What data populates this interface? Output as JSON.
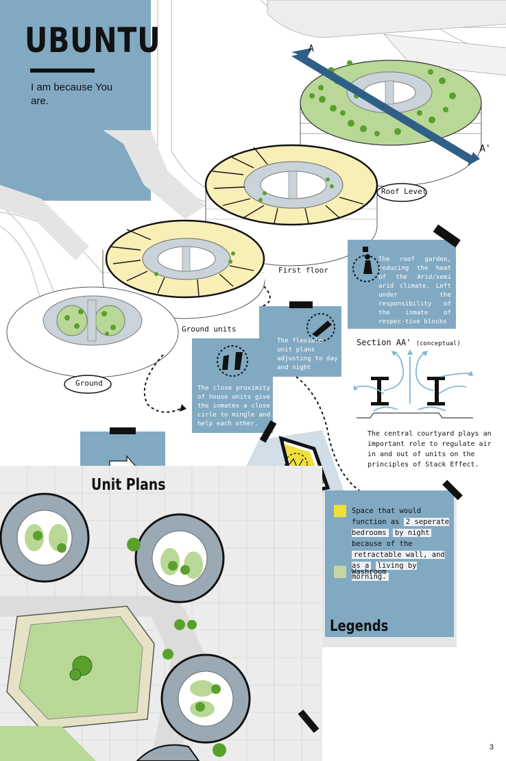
{
  "header": {
    "title": "UBUNTU",
    "subtitle": "I am because You are."
  },
  "levels": {
    "roof": "Roof Level",
    "first": "First floor",
    "ground_units": "Ground units",
    "ground": "Ground"
  },
  "section": {
    "marker_a": "A",
    "marker_a_prime": "A'",
    "title": "Section AA'",
    "title_note": "(conceptual)",
    "description": "The central courtyard plays an important role to regulate air in and out of units on the principles of Stack Effect."
  },
  "notes": {
    "roof_garden": "The roof garden, reducing the heat of the Arid/semi arid climate. Left under the responsibility of the inmate of respec-tive blocks",
    "flexible": "The flexible unit plans adjusting to day and night",
    "proximity": "The close proximity of house units give the inmates a close cirle to mingle and help each other."
  },
  "unit_plans": {
    "title": "Unit Plans"
  },
  "legends": {
    "title": "Legends",
    "bedroom_part1": "Space that would function as",
    "bedroom_hl1": "2 seperate bedrooms",
    "bedroom_hl2": "by night",
    "bedroom_part2": "because of the",
    "bedroom_hl3": "retractable wall, and as a",
    "bedroom_hl4": "living by morning.",
    "washroom": "Washroom",
    "color_bedroom": "#f0de3c",
    "color_washroom": "#c5d6a0"
  },
  "colors": {
    "panel_blue": "#81a9c2",
    "unit_yellow": "#f7efb5",
    "roof_green": "#b9d897",
    "path_grey": "#c9d3d9"
  },
  "page_number": "3"
}
